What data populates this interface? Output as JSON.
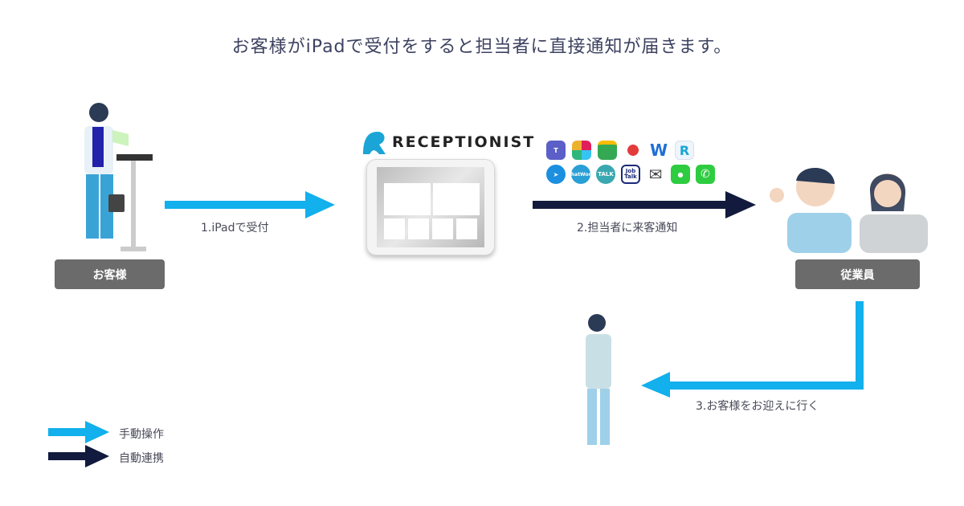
{
  "title": "お客様がiPadで受付をすると担当者に直接通知が届きます。",
  "nodes": {
    "customer": "お客様",
    "employee": "従業員",
    "logo": "RECEPTIONIST"
  },
  "steps": {
    "step1": "1.iPadで受付",
    "step2": "2.担当者に来客通知",
    "step3": "3.お客様をお迎えに行く"
  },
  "icons": {
    "row1": [
      "teams",
      "slack",
      "google-chat",
      "workplace",
      "w",
      "receptionist"
    ],
    "row2": [
      "lineworks",
      "chatwork",
      "talk",
      "jobtalk",
      "mail",
      "sms",
      "phone"
    ],
    "chatwork": "ChatWork",
    "talk": "TALK",
    "jobtalk": "Job Talk"
  },
  "legend": {
    "manual": "手動操作",
    "auto": "自動連携"
  },
  "colors": {
    "manual": "#12b0ec",
    "auto": "#121a3d",
    "label_bg": "#6b6b6b"
  }
}
